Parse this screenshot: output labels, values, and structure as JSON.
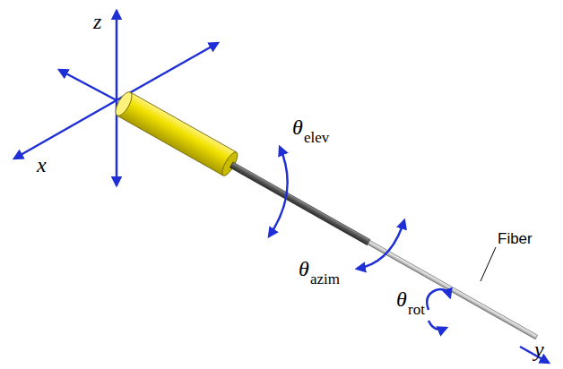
{
  "diagram": {
    "labels": [
      "z",
      "x",
      "y",
      "θ",
      "elev",
      "θ",
      "azim",
      "θ",
      "rot",
      "Fiber"
    ]
  }
}
